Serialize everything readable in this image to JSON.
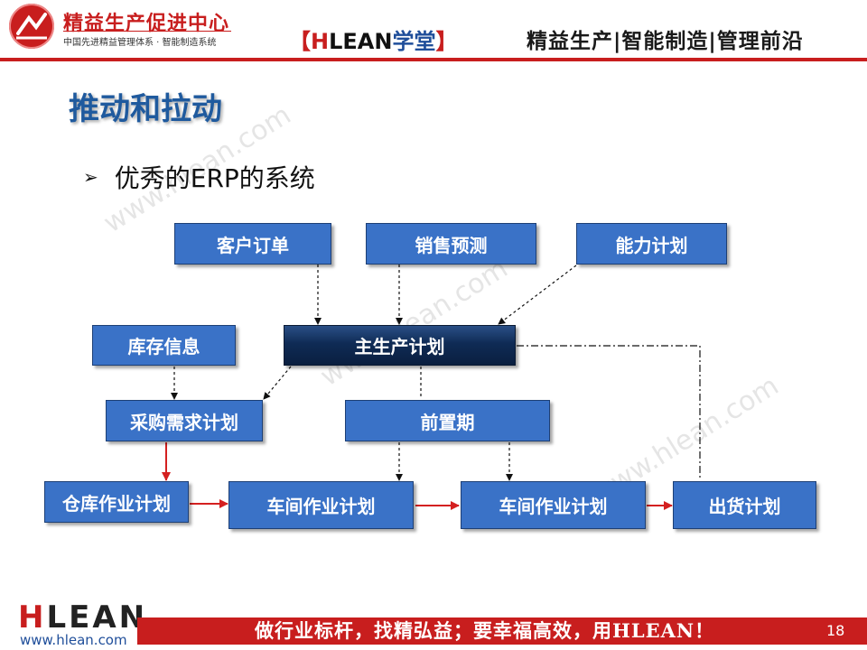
{
  "header": {
    "brand_title": "精益生产促进中心",
    "brand_subtitle": "中国先进精益管理体系 · 智能制造系统",
    "tag_bracket_open": "【",
    "tag_h": "H",
    "tag_lean": "LEAN",
    "tag_school": "学堂",
    "tag_bracket_close": "】",
    "right_text": "精益生产|智能制造|管理前沿"
  },
  "title": "推动和拉动",
  "bullet": {
    "arrow": "➢",
    "text": "优秀的ERP的系统"
  },
  "watermark": "www.hlean.com",
  "diagram": {
    "nodes": {
      "customer_order": "客户订单",
      "sales_forecast": "销售预测",
      "capacity_plan": "能力计划",
      "inventory_info": "库存信息",
      "master_plan": "主生产计划",
      "purchase_plan": "采购需求计划",
      "lead_time": "前置期",
      "warehouse_plan": "仓库作业计划",
      "workshop_plan_1": "车间作业计划",
      "workshop_plan_2": "车间作业计划",
      "shipping_plan": "出货计划"
    }
  },
  "footer": {
    "logo_h": "H",
    "logo_rest": "LEAN",
    "url": "www.hlean.com",
    "slogan": "做行业标杆，找精弘益；要幸福高效，用HLEAN！",
    "page_number": "18"
  },
  "colors": {
    "brand_red": "#c81e1e",
    "title_blue": "#1f5a9e",
    "box_blue": "#3a72c7",
    "box_dark": "#0f2b55"
  }
}
